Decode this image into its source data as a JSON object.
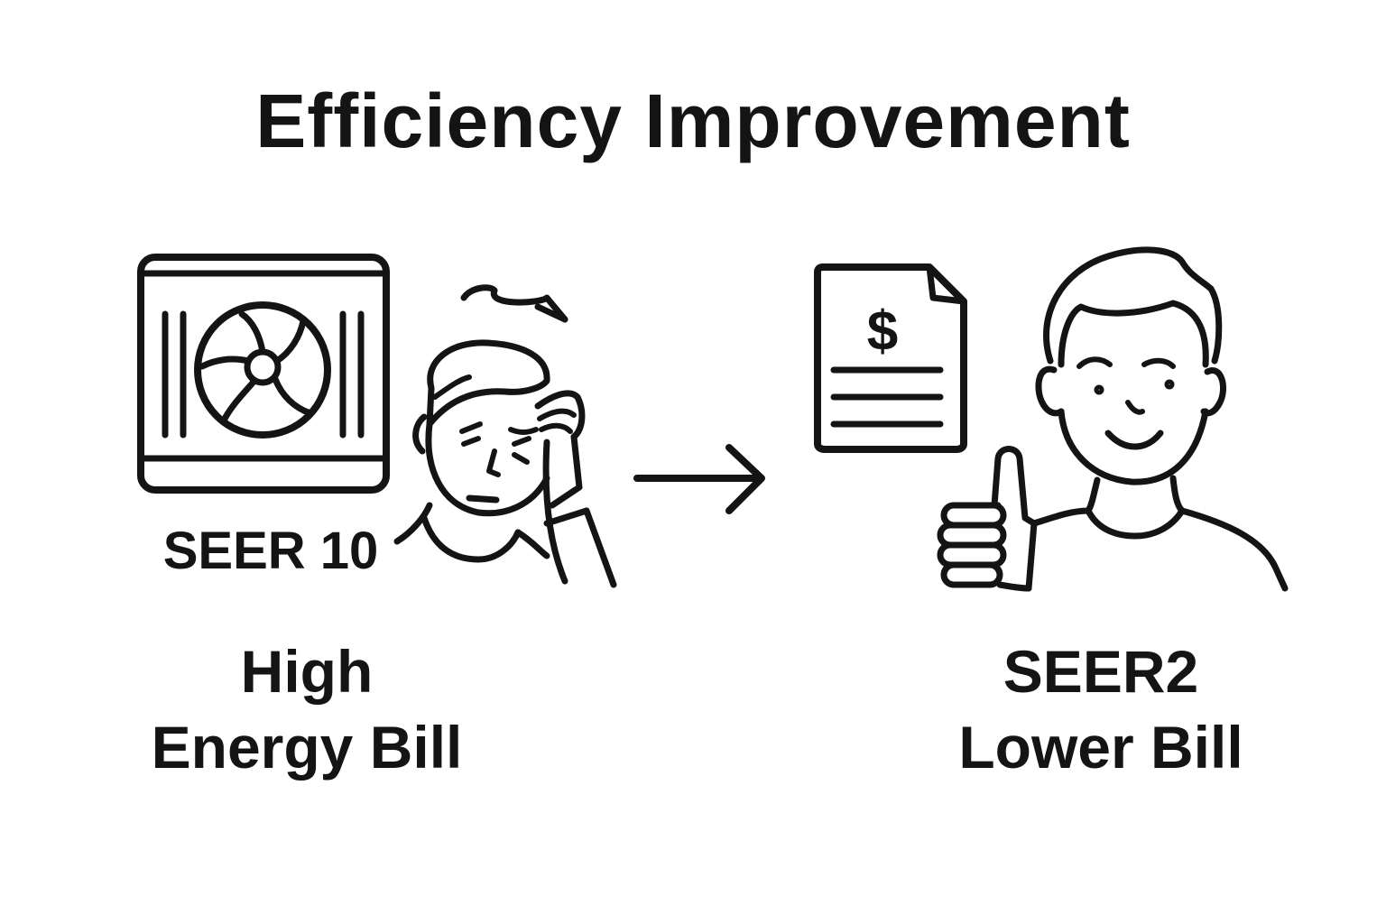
{
  "title": "Efficiency Improvement",
  "left": {
    "unit_label": "SEER 10",
    "caption_line1": "High",
    "caption_line2": "Energy Bill"
  },
  "right": {
    "bill_symbol": "$",
    "caption_line1": "SEER2",
    "caption_line2": "Lower Bill"
  },
  "icons": {
    "ac_unit": "ac-unit-fan-icon",
    "stressed_person": "stressed-person-icon",
    "arrow": "arrow-right-icon",
    "bill": "bill-document-icon",
    "happy_person": "happy-person-thumbs-up-icon"
  },
  "colors": {
    "ink": "#141414",
    "background": "#ffffff"
  }
}
